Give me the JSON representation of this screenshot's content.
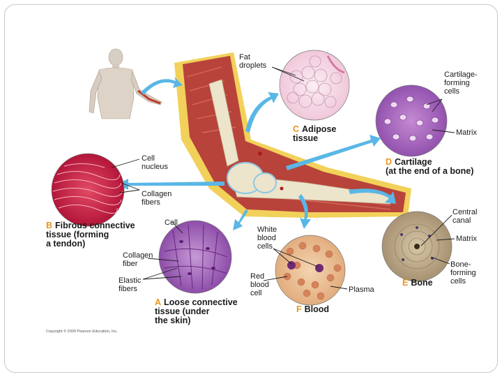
{
  "labels": {
    "fat_droplets": "Fat\ndroplets",
    "cartilage_forming_cells": "Cartilage-\nforming\ncells",
    "matrix_cartilage": "Matrix",
    "cell_nucleus": "Cell\nnucleus",
    "collagen_fibers_b": "Collagen\nfibers",
    "cell_a": "Cell",
    "collagen_fiber_a": "Collagen\nfiber",
    "elastic_fibers": "Elastic\nfibers",
    "white_blood_cells": "White\nblood\ncells",
    "red_blood_cell": "Red\nblood\ncell",
    "plasma": "Plasma",
    "central_canal": "Central\ncanal",
    "matrix_bone": "Matrix",
    "bone_forming_cells": "Bone-\nforming\ncells"
  },
  "captions": {
    "A": {
      "letter": "A",
      "text": "Loose connective\ntissue (under\nthe skin)"
    },
    "B": {
      "letter": "B",
      "text": "Fibrous connective\ntissue (forming\na tendon)"
    },
    "C": {
      "letter": "C",
      "text": "Adipose\ntissue"
    },
    "D": {
      "letter": "D",
      "text": "Cartilage\n(at the end of a bone)"
    },
    "E": {
      "letter": "E",
      "text": "Bone"
    },
    "F": {
      "letter": "F",
      "text": "Blood"
    }
  },
  "copyright": "Copyright © 2009 Pearson Education, Inc.",
  "colors": {
    "arrow": "#59b7e6",
    "caption_letter": "#e8941e",
    "muscle": "#b8433b",
    "fat": "#f2d15a",
    "bone": "#ede4cc"
  }
}
